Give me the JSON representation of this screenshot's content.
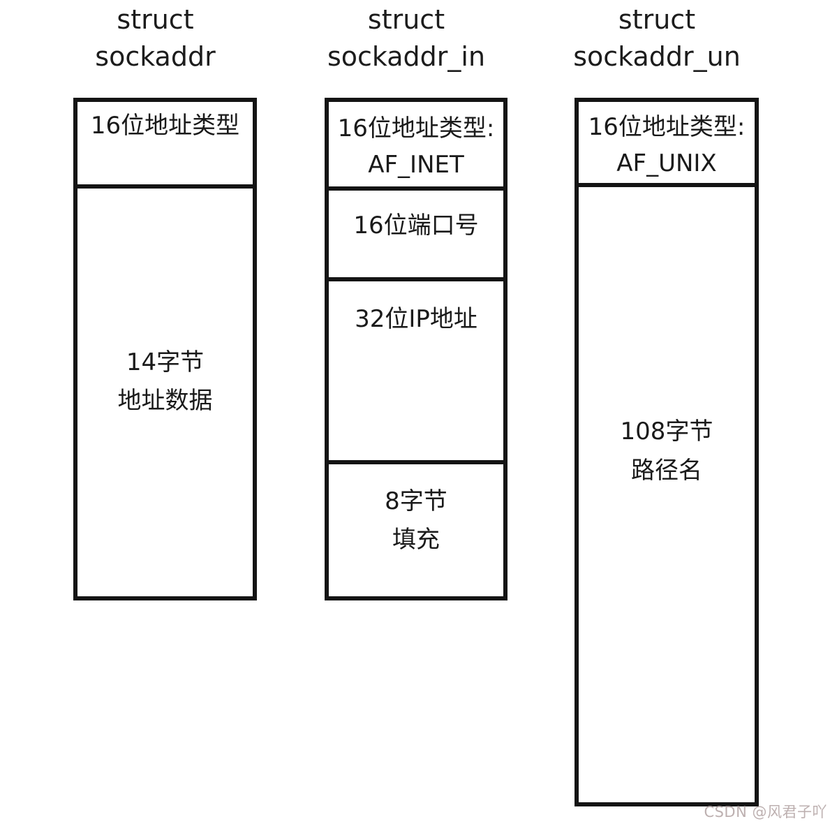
{
  "diagram": {
    "background_color": "#ffffff",
    "border_color": "#141414",
    "text_color": "#1a1a1a"
  },
  "columns": [
    {
      "title": "struct\nsockaddr",
      "cells": [
        {
          "text": "16位地址类型"
        },
        {
          "text": "14字节\n地址数据"
        }
      ]
    },
    {
      "title": "struct\nsockaddr_in",
      "cells": [
        {
          "text": "16位地址类型:\nAF_INET"
        },
        {
          "text": "16位端口号"
        },
        {
          "text": "32位IP地址"
        },
        {
          "text": "8字节\n填充"
        }
      ]
    },
    {
      "title": "struct\nsockaddr_un",
      "cells": [
        {
          "text": "16位地址类型:\nAF_UNIX"
        },
        {
          "text": "108字节\n路径名"
        }
      ]
    }
  ],
  "watermark": {
    "text": "CSDN @风君子吖",
    "color": "#bdb0b0"
  }
}
